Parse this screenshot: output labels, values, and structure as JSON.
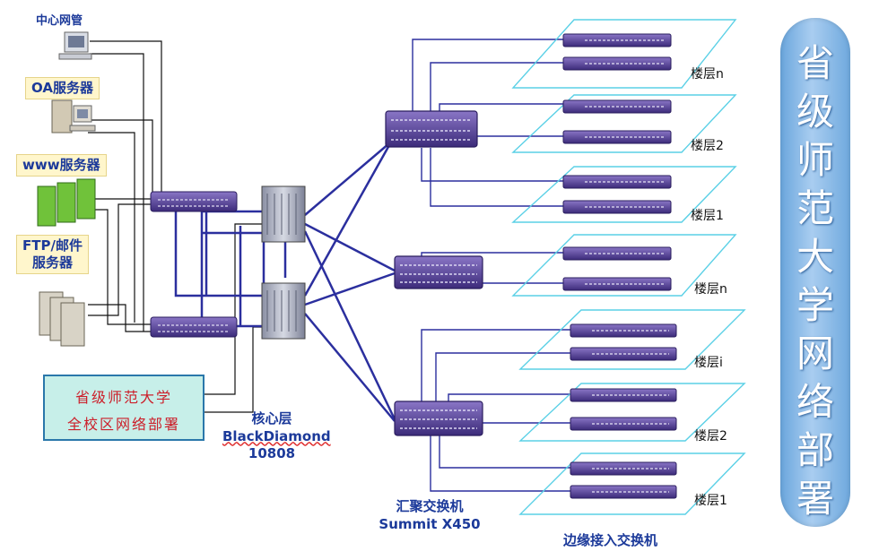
{
  "servers": {
    "center_mgmt": "中心网管",
    "oa": "OA服务器",
    "www": "www服务器",
    "ftp_line1": "FTP/邮件",
    "ftp_line2": "服务器"
  },
  "note": {
    "line1": "省级师范大学",
    "line2": "全校区网络部署"
  },
  "core": {
    "line1": "核心层",
    "line2": "BlackDiamond",
    "line3": "10808"
  },
  "aggregation": {
    "line1": "汇聚交换机",
    "line2": "Summit X450"
  },
  "edge_label": "边缘接入交换机",
  "floors": [
    "楼层n",
    "楼层2",
    "楼层1",
    "楼层n",
    "楼层i",
    "楼层2",
    "楼层1"
  ],
  "banner_title": "省级师范大学网络部署",
  "colors": {
    "link": "#2b2f9e",
    "switch": "#4b3a8e",
    "plane": "#5ad0e6",
    "banner": "#8bbbe8",
    "note_bg": "#c7efe9"
  }
}
